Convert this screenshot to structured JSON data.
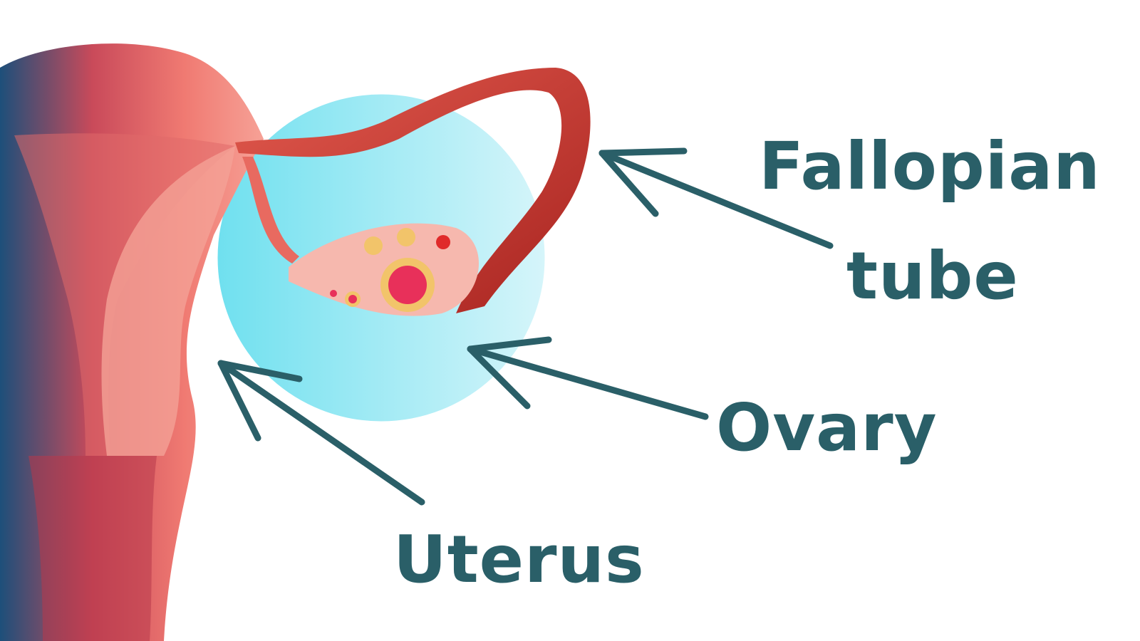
{
  "labels": {
    "fallopian_line1": "Fallopian",
    "fallopian_line2": "tube",
    "ovary": "Ovary",
    "uterus": "Uterus"
  },
  "colors": {
    "label_text": "#2a5f68",
    "arrow": "#2a5f68",
    "circle_fill": "#9ee8f2",
    "tissue": "#f28a80",
    "tube": "#c8342c",
    "shadow": "#1d4f7a"
  }
}
